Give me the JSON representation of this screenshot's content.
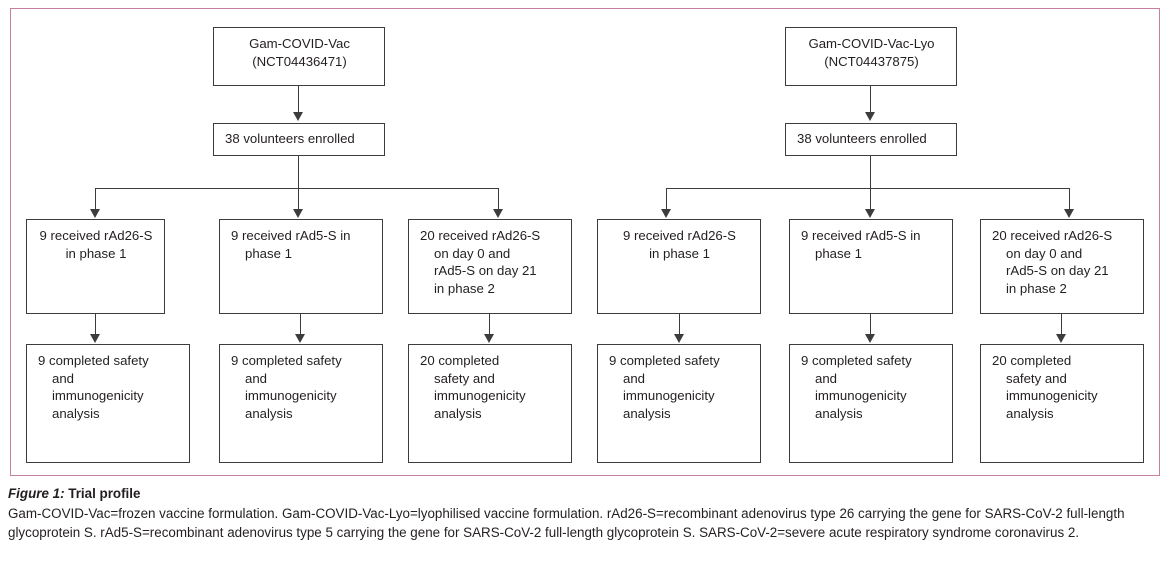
{
  "figure": {
    "frame_color": "#c77fa0",
    "box_border_color": "#3c3c3c",
    "text_color": "#231f20"
  },
  "chart_data": {
    "type": "flowchart",
    "title": "Trial profile",
    "nodes": [
      {
        "id": "arm1-title",
        "level": 0,
        "lines": [
          "Gam-COVID-Vac",
          "(NCT04436471)"
        ]
      },
      {
        "id": "arm2-title",
        "level": 0,
        "lines": [
          "Gam-COVID-Vac-Lyo",
          "(NCT04437875)"
        ]
      },
      {
        "id": "arm1-enrolled",
        "level": 1,
        "lines": [
          "38 volunteers enrolled"
        ],
        "value": 38
      },
      {
        "id": "arm2-enrolled",
        "level": 1,
        "lines": [
          "38 volunteers enrolled"
        ],
        "value": 38
      },
      {
        "id": "arm1-g1-alloc",
        "level": 2,
        "lines": [
          "9 received rAd26-S",
          "in phase 1"
        ],
        "value": 9
      },
      {
        "id": "arm1-g2-alloc",
        "level": 2,
        "lines": [
          "9 received rAd5-S in",
          "phase 1"
        ],
        "value": 9
      },
      {
        "id": "arm1-g3-alloc",
        "level": 2,
        "lines": [
          "20 received rAd26-S",
          "on day 0 and",
          "rAd5-S on day 21",
          "in phase 2"
        ],
        "value": 20
      },
      {
        "id": "arm2-g1-alloc",
        "level": 2,
        "lines": [
          "9 received rAd26-S",
          "in phase 1"
        ],
        "value": 9
      },
      {
        "id": "arm2-g2-alloc",
        "level": 2,
        "lines": [
          "9 received rAd5-S in",
          "phase 1"
        ],
        "value": 9
      },
      {
        "id": "arm2-g3-alloc",
        "level": 2,
        "lines": [
          "20 received rAd26-S",
          "on day 0 and",
          "rAd5-S on day 21",
          "in phase 2"
        ],
        "value": 20
      },
      {
        "id": "arm1-g1-analysed",
        "level": 3,
        "lines": [
          "9 completed safety",
          "and",
          "immunogenicity",
          "analysis"
        ],
        "value": 9
      },
      {
        "id": "arm1-g2-analysed",
        "level": 3,
        "lines": [
          "9 completed safety",
          "and",
          "immunogenicity",
          "analysis"
        ],
        "value": 9
      },
      {
        "id": "arm1-g3-analysed",
        "level": 3,
        "lines": [
          "20 completed",
          "safety and",
          "immunogenicity",
          "analysis"
        ],
        "value": 20
      },
      {
        "id": "arm2-g1-analysed",
        "level": 3,
        "lines": [
          "9 completed safety",
          "and",
          "immunogenicity",
          "analysis"
        ],
        "value": 9
      },
      {
        "id": "arm2-g2-analysed",
        "level": 3,
        "lines": [
          "9 completed safety",
          "and",
          "immunogenicity",
          "analysis"
        ],
        "value": 9
      },
      {
        "id": "arm2-g3-analysed",
        "level": 3,
        "lines": [
          "20 completed",
          "safety and",
          "immunogenicity",
          "analysis"
        ],
        "value": 20
      }
    ]
  },
  "boxes": {
    "arm1_title": {
      "l1": "Gam-COVID-Vac",
      "l2": "(NCT04436471)"
    },
    "arm2_title": {
      "l1": "Gam-COVID-Vac-Lyo",
      "l2": "(NCT04437875)"
    },
    "arm1_enrolled": {
      "l1": "38 volunteers enrolled"
    },
    "arm2_enrolled": {
      "l1": "38 volunteers enrolled"
    },
    "alloc_rad26": {
      "l1": "9 received rAd26-S",
      "l2": "in phase 1"
    },
    "alloc_rad5": {
      "l1": "9 received rAd5-S in",
      "l2": "phase 1"
    },
    "alloc_prime_boost": {
      "l1": "20 received rAd26-S",
      "l2": "on day 0 and",
      "l3": "rAd5-S on day 21",
      "l4": "in phase 2"
    },
    "analysed_9": {
      "l1": "9 completed safety",
      "l2": "and",
      "l3": "immunogenicity",
      "l4": "analysis"
    },
    "analysed_20": {
      "l1": "20 completed",
      "l2": "safety and",
      "l3": "immunogenicity",
      "l4": "analysis"
    }
  },
  "caption": {
    "figure_label": "Figure 1:",
    "title": " Trial profile",
    "body": "Gam-COVID-Vac=frozen vaccine formulation. Gam-COVID-Vac-Lyo=lyophilised vaccine formulation. rAd26-S=recombinant adenovirus type 26 carrying the gene for SARS-CoV-2 full-length glycoprotein S. rAd5-S=recombinant adenovirus type 5 carrying the gene for SARS-CoV-2 full-length glycoprotein S. SARS-CoV-2=severe acute respiratory syndrome coronavirus 2."
  }
}
